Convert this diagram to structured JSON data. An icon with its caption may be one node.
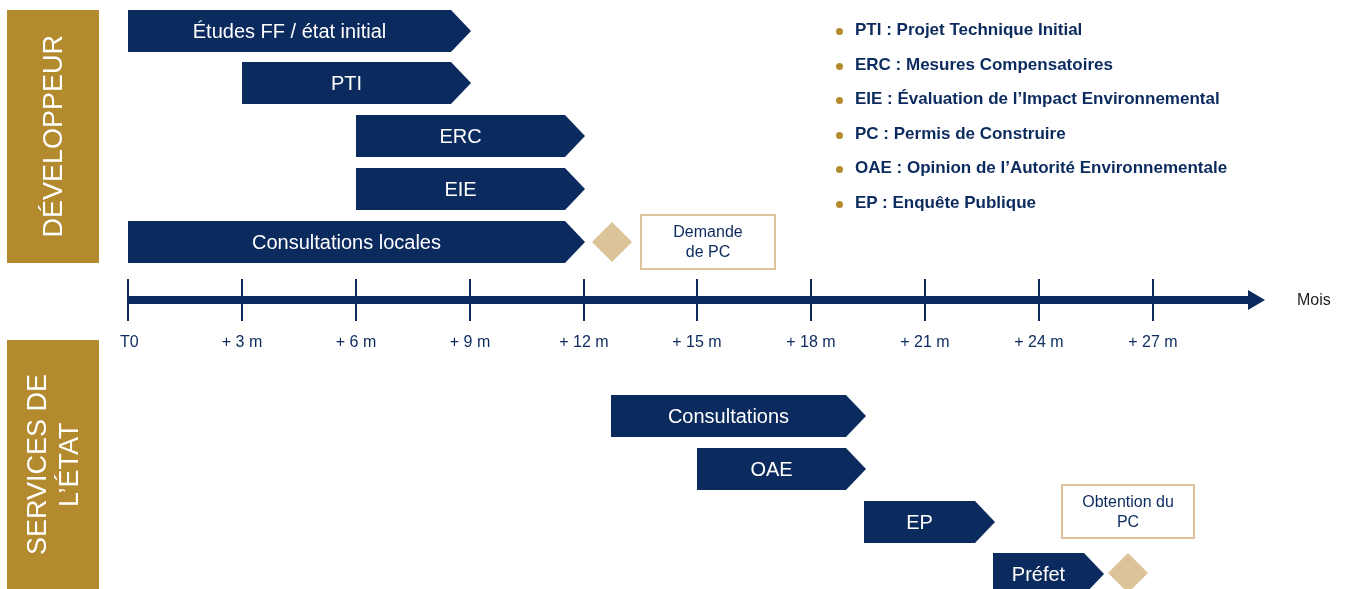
{
  "diagram": {
    "nodes": [
      {
        "text": [
          "DÉVELOPPEUR"
        ]
      },
      {
        "text": [
          "Études FF / état initial"
        ]
      },
      {
        "text": [
          "PTI"
        ]
      },
      {
        "text": [
          "ERC"
        ]
      },
      {
        "text": [
          "EIE"
        ]
      },
      {
        "text": [
          "Consultations locales"
        ]
      },
      {
        "text": [],
        "shape": "diamond"
      },
      {
        "text": [
          "Demande de PC"
        ]
      },
      {
        "text": [
          "SERVICES DE L’ÉTAT"
        ]
      },
      {
        "text": [
          "Consultations"
        ]
      },
      {
        "text": [
          "OAE"
        ]
      },
      {
        "text": [
          "EP"
        ]
      },
      {
        "text": [
          "Obtention du PC"
        ]
      },
      {
        "text": [
          "Préfet"
        ]
      },
      {
        "text": [],
        "shape": "diamond"
      }
    ],
    "edges": [],
    "labels": [
      "PTI : Projet Technique Initial",
      "ERC : Mesures Compensatoires",
      "EIE : Évaluation de l’Impact Environnemental",
      "PC : Permis de Construire",
      "OAE : Opinion de l’Autorité Environnementale",
      "EP : Enquête Publique",
      "T0",
      "+ 3 m",
      "+ 6 m",
      "+ 9 m",
      "+ 12 m",
      "+ 15 m",
      "+ 18 m",
      "+ 21 m",
      "+ 24 m",
      "+ 27 m",
      "Mois"
    ]
  }
}
